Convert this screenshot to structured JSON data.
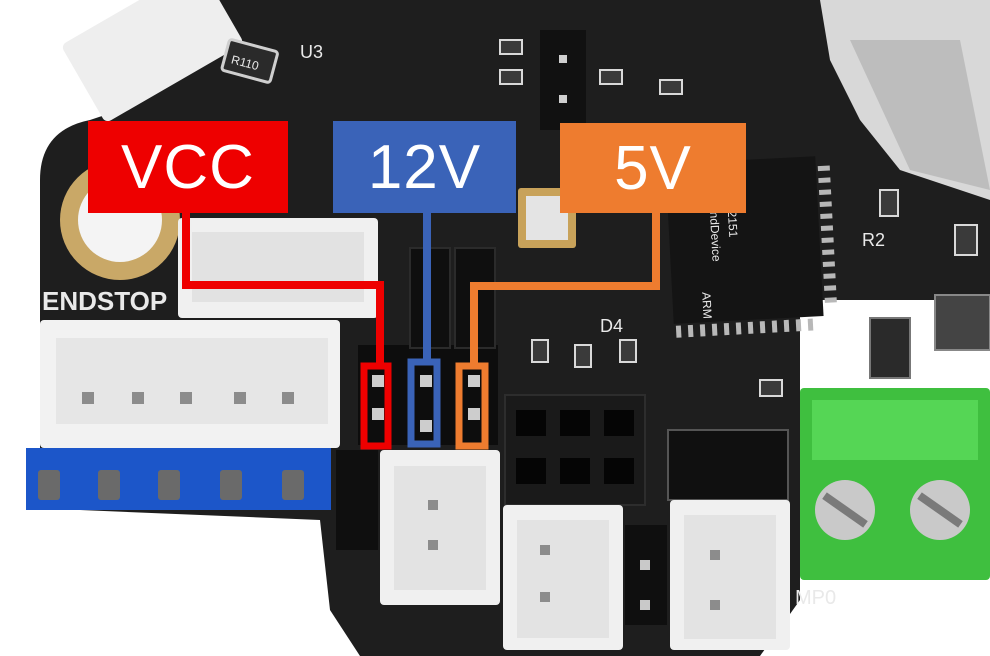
{
  "callouts": {
    "vcc": {
      "text": "VCC",
      "color": "#ee0000"
    },
    "v12": {
      "text": "12V",
      "color": "#3a63b8"
    },
    "v5": {
      "text": "5V",
      "color": "#ee7c2f"
    }
  },
  "silkscreen": {
    "endstop": "ENDSTOP",
    "u3": "U3",
    "r110": "R110",
    "r2": "R2",
    "d4": "D4",
    "pump": "MP0",
    "mcu_text": [
      "ARM",
      "2151",
      "ndDevice"
    ]
  },
  "colors": {
    "pcb": "#1e1e1e",
    "connector": "#efefef",
    "header_pins": "#1c56c9",
    "terminal": "#3fbf3f"
  }
}
